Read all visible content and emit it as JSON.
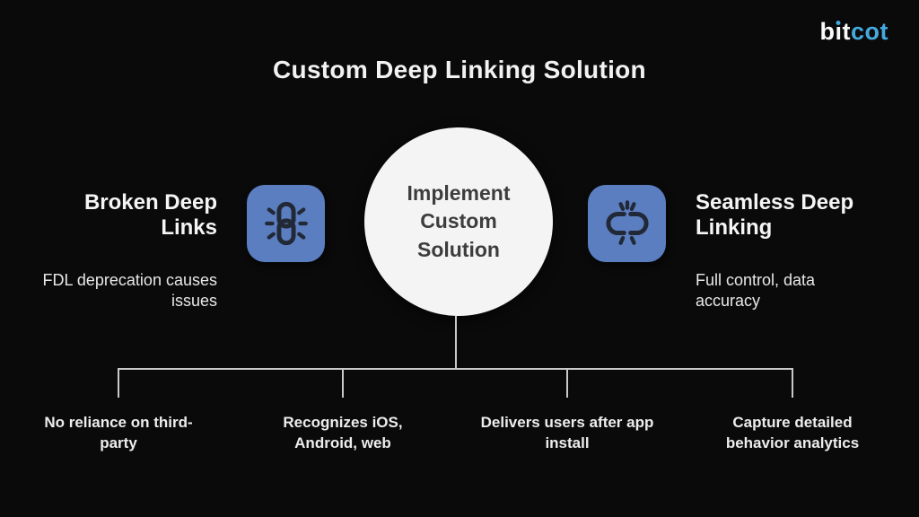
{
  "brand": {
    "letter_b": "b",
    "letter_i_dotless": "ı",
    "letter_t": "t",
    "accent_text": "cot",
    "accent_color": "#45a9de"
  },
  "title": "Custom Deep Linking Solution",
  "center_node": {
    "label": "Implement\nCustom\nSolution"
  },
  "left_branch": {
    "heading": "Broken Deep\nLinks",
    "description": "FDL deprecation causes\nissues",
    "icon": "chain-link-stressed-icon"
  },
  "right_branch": {
    "heading": "Seamless Deep\nLinking",
    "description": "Full control, data\naccuracy",
    "icon": "chain-link-broken-icon"
  },
  "outcomes": [
    {
      "label": "No reliance on third-\nparty"
    },
    {
      "label": "Recognizes iOS,\nAndroid, web"
    },
    {
      "label": "Delivers users after app\ninstall"
    },
    {
      "label": "Capture detailed\nbehavior analytics"
    }
  ],
  "colors": {
    "background": "#0a0a0a",
    "icon_tile": "#5b7ec1",
    "icon_glyph": "#222936",
    "circle_fill": "#f4f4f4",
    "circle_text": "#3d3d3d",
    "connector_line": "#c9c9c9",
    "text_primary": "#f5f5f5"
  }
}
